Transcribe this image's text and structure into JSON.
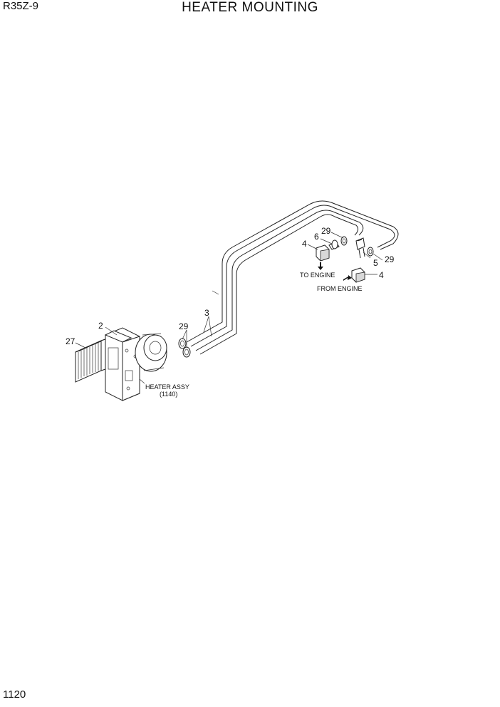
{
  "header": {
    "model": "R35Z-9",
    "title": "HEATER MOUNTING"
  },
  "footer": {
    "page_number": "1120"
  },
  "callouts": {
    "c2": "2",
    "c27": "27",
    "c29_left": "29",
    "c3": "3",
    "c4_top": "4",
    "c6": "6",
    "c29_top": "29",
    "c5": "5",
    "c29_right": "29",
    "c4_right": "4"
  },
  "notes": {
    "to_engine": "TO ENGINE",
    "from_engine": "FROM ENGINE",
    "heater_assy": "HEATER ASSY",
    "heater_assy_ref": "(1140)"
  }
}
